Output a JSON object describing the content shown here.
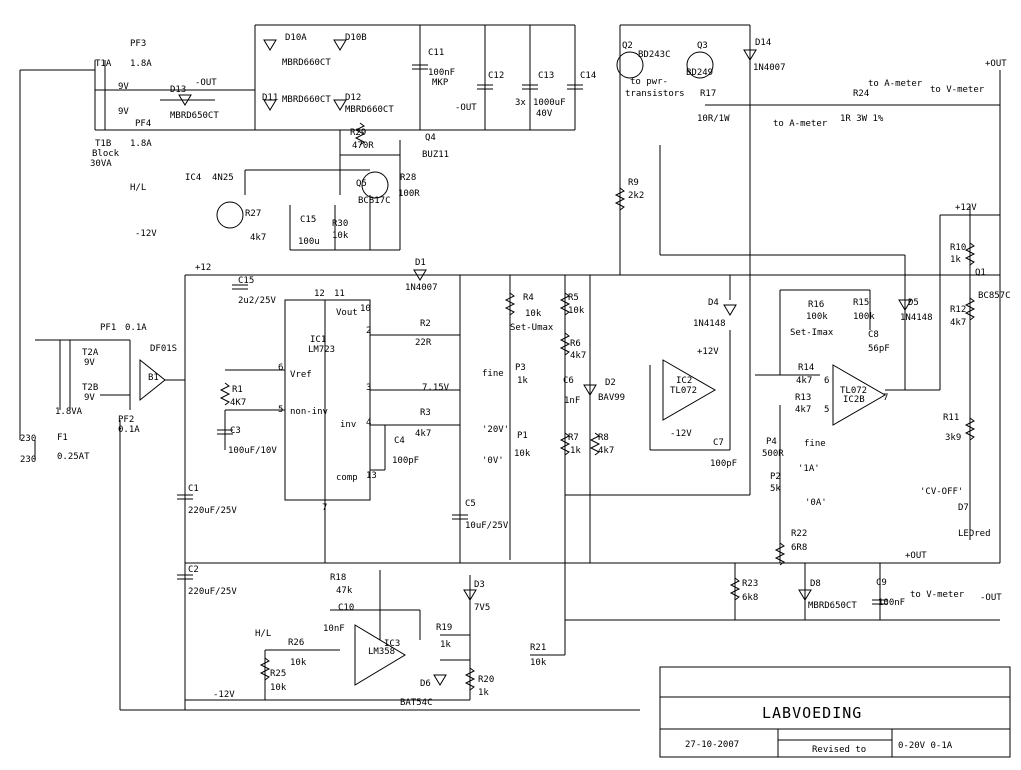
{
  "title_block": {
    "title": "LABVOEDING",
    "date": "27-10-2007",
    "revised": "Revised to",
    "range": "0-20V  0-1A"
  },
  "labels": [
    {
      "id": "t1a",
      "t": "T1A"
    },
    {
      "id": "t1b",
      "t": "T1B"
    },
    {
      "id": "blk",
      "t": "Block"
    },
    {
      "id": "va30",
      "t": "30VA"
    },
    {
      "id": "pf3",
      "t": "PF3"
    },
    {
      "id": "pf3v",
      "t": "1.8A"
    },
    {
      "id": "pf4",
      "t": "PF4"
    },
    {
      "id": "pf4v",
      "t": "1.8A"
    },
    {
      "id": "d13",
      "t": "D13"
    },
    {
      "id": "d13o",
      "t": "-OUT"
    },
    {
      "id": "d13t",
      "t": "MBRD650CT"
    },
    {
      "id": "d10a",
      "t": "D10A"
    },
    {
      "id": "d10b",
      "t": "D10B"
    },
    {
      "id": "d11",
      "t": "D11"
    },
    {
      "id": "d12",
      "t": "D12"
    },
    {
      "id": "mb1",
      "t": "MBRD660CT"
    },
    {
      "id": "mb2",
      "t": "MBRD660CT"
    },
    {
      "id": "mb3",
      "t": "MBRD660CT"
    },
    {
      "id": "c11",
      "t": "C11"
    },
    {
      "id": "c11v",
      "t": "100nF"
    },
    {
      "id": "mkp",
      "t": "MKP"
    },
    {
      "id": "c12",
      "t": "C12"
    },
    {
      "id": "c13",
      "t": "C13"
    },
    {
      "id": "c14",
      "t": "C14"
    },
    {
      "id": "x3",
      "t": "3x"
    },
    {
      "id": "c13v",
      "t": "1000uF"
    },
    {
      "id": "v40",
      "t": "40V"
    },
    {
      "id": "mout",
      "t": "-OUT"
    },
    {
      "id": "r29",
      "t": "R29"
    },
    {
      "id": "r29v",
      "t": "470R"
    },
    {
      "id": "q4",
      "t": "Q4"
    },
    {
      "id": "buz",
      "t": "BUZ11"
    },
    {
      "id": "r28",
      "t": "R28"
    },
    {
      "id": "r28v",
      "t": "100R"
    },
    {
      "id": "q5",
      "t": "Q5"
    },
    {
      "id": "bc817",
      "t": "BC817C"
    },
    {
      "id": "ic4",
      "t": "IC4"
    },
    {
      "id": "n25",
      "t": "4N25"
    },
    {
      "id": "hl",
      "t": "H/L"
    },
    {
      "id": "m12a",
      "t": "-12V"
    },
    {
      "id": "r27",
      "t": "R27"
    },
    {
      "id": "r27v",
      "t": "4k7"
    },
    {
      "id": "c15b",
      "t": "C15"
    },
    {
      "id": "c15bv",
      "t": "100u"
    },
    {
      "id": "r30",
      "t": "R30"
    },
    {
      "id": "r30v",
      "t": "10k"
    },
    {
      "id": "q2",
      "t": "Q2"
    },
    {
      "id": "q3",
      "t": "Q3"
    },
    {
      "id": "bd243",
      "t": "BD243C"
    },
    {
      "id": "bd249",
      "t": "BD249"
    },
    {
      "id": "topwr",
      "t": "to pwr-"
    },
    {
      "id": "trans",
      "t": "transistors"
    },
    {
      "id": "r17",
      "t": "R17"
    },
    {
      "id": "r17v",
      "t": "10R/1W"
    },
    {
      "id": "d14",
      "t": "D14"
    },
    {
      "id": "d14t",
      "t": "1N4007"
    },
    {
      "id": "toam",
      "t": "to A-meter"
    },
    {
      "id": "tovm",
      "t": "to V-meter"
    },
    {
      "id": "toam2",
      "t": "to A-meter"
    },
    {
      "id": "r24",
      "t": "R24"
    },
    {
      "id": "r24v",
      "t": "1R  3W 1%"
    },
    {
      "id": "pout",
      "t": "+OUT"
    },
    {
      "id": "r9",
      "t": "R9"
    },
    {
      "id": "r9v",
      "t": "2k2"
    },
    {
      "id": "p12",
      "t": "+12"
    },
    {
      "id": "d1",
      "t": "D1"
    },
    {
      "id": "d1t",
      "t": "1N4007"
    },
    {
      "id": "c15",
      "t": "C15"
    },
    {
      "id": "c15v",
      "t": "2u2/25V"
    },
    {
      "id": "ic1",
      "t": "IC1"
    },
    {
      "id": "lm723",
      "t": "LM723"
    },
    {
      "id": "n12",
      "t": "12"
    },
    {
      "id": "n11",
      "t": "11"
    },
    {
      "id": "n10",
      "t": "10"
    },
    {
      "id": "n2",
      "t": "2"
    },
    {
      "id": "n6",
      "t": "6"
    },
    {
      "id": "n5",
      "t": "5"
    },
    {
      "id": "n3",
      "t": "3"
    },
    {
      "id": "n4",
      "t": "4"
    },
    {
      "id": "n13",
      "t": "13"
    },
    {
      "id": "n7",
      "t": "7"
    },
    {
      "id": "vout",
      "t": "Vout"
    },
    {
      "id": "vref",
      "t": "Vref"
    },
    {
      "id": "ninv",
      "t": "non-inv"
    },
    {
      "id": "inv",
      "t": "inv"
    },
    {
      "id": "comp",
      "t": "comp"
    },
    {
      "id": "r2",
      "t": "R2"
    },
    {
      "id": "r2v",
      "t": "22R"
    },
    {
      "id": "v715",
      "t": "7.15V"
    },
    {
      "id": "r3",
      "t": "R3"
    },
    {
      "id": "r3v",
      "t": "4k7"
    },
    {
      "id": "c4",
      "t": "C4"
    },
    {
      "id": "c4v",
      "t": "100pF"
    },
    {
      "id": "r1",
      "t": "R1"
    },
    {
      "id": "r1v",
      "t": "4K7"
    },
    {
      "id": "c3",
      "t": "C3"
    },
    {
      "id": "c3v",
      "t": "100uF/10V"
    },
    {
      "id": "c1",
      "t": "C1"
    },
    {
      "id": "c1v",
      "t": "220uF/25V"
    },
    {
      "id": "c5",
      "t": "C5"
    },
    {
      "id": "c5v",
      "t": "10uF/25V"
    },
    {
      "id": "r4",
      "t": "R4"
    },
    {
      "id": "r4v",
      "t": "10k"
    },
    {
      "id": "setu",
      "t": "Set-Umax"
    },
    {
      "id": "r5",
      "t": "R5"
    },
    {
      "id": "r5v",
      "t": "10k"
    },
    {
      "id": "r6",
      "t": "R6"
    },
    {
      "id": "r6v",
      "t": "4k7"
    },
    {
      "id": "fine",
      "t": "fine"
    },
    {
      "id": "p3",
      "t": "P3"
    },
    {
      "id": "p3v",
      "t": "1k"
    },
    {
      "id": "c6",
      "t": "C6"
    },
    {
      "id": "c6v",
      "t": "1nF"
    },
    {
      "id": "d2",
      "t": "D2"
    },
    {
      "id": "bav",
      "t": "BAV99"
    },
    {
      "id": "v20",
      "t": "'20V'"
    },
    {
      "id": "p1",
      "t": "P1"
    },
    {
      "id": "p1v",
      "t": "10k"
    },
    {
      "id": "v0",
      "t": "'0V'"
    },
    {
      "id": "r7",
      "t": "R7"
    },
    {
      "id": "r7v",
      "t": "1k"
    },
    {
      "id": "r8",
      "t": "R8"
    },
    {
      "id": "r8v",
      "t": "4k7"
    },
    {
      "id": "ic2",
      "t": "IC2"
    },
    {
      "id": "tl1",
      "t": "TL072"
    },
    {
      "id": "p12v",
      "t": "+12V"
    },
    {
      "id": "m12v",
      "t": "-12V"
    },
    {
      "id": "c7",
      "t": "C7"
    },
    {
      "id": "c7v",
      "t": "100pF"
    },
    {
      "id": "d4",
      "t": "D4"
    },
    {
      "id": "d4t",
      "t": "1N4148"
    },
    {
      "id": "r16",
      "t": "R16"
    },
    {
      "id": "r16v",
      "t": "100k"
    },
    {
      "id": "r15",
      "t": "R15"
    },
    {
      "id": "r15v",
      "t": "100k"
    },
    {
      "id": "seti",
      "t": "Set-Imax"
    },
    {
      "id": "c8",
      "t": "C8"
    },
    {
      "id": "c8v",
      "t": "56pF"
    },
    {
      "id": "d5",
      "t": "D5"
    },
    {
      "id": "d5t",
      "t": "1N4148"
    },
    {
      "id": "r14",
      "t": "R14"
    },
    {
      "id": "r14v",
      "t": "4k7"
    },
    {
      "id": "r13",
      "t": "R13"
    },
    {
      "id": "r13v",
      "t": "4k7"
    },
    {
      "id": "tl2",
      "t": "TL072"
    },
    {
      "id": "ic2b",
      "t": "IC2B"
    },
    {
      "id": "n7b",
      "t": "7"
    },
    {
      "id": "n6b",
      "t": "6"
    },
    {
      "id": "n5b",
      "t": "5"
    },
    {
      "id": "p4",
      "t": "P4"
    },
    {
      "id": "p4v",
      "t": "500R"
    },
    {
      "id": "fine2",
      "t": "fine"
    },
    {
      "id": "a1",
      "t": "'1A'"
    },
    {
      "id": "p2",
      "t": "P2"
    },
    {
      "id": "p2v",
      "t": "5k"
    },
    {
      "id": "a0",
      "t": "'0A'"
    },
    {
      "id": "r22",
      "t": "R22"
    },
    {
      "id": "r22v",
      "t": "6R8"
    },
    {
      "id": "p12c",
      "t": "+12V"
    },
    {
      "id": "r10",
      "t": "R10"
    },
    {
      "id": "r10v",
      "t": "1k"
    },
    {
      "id": "q1",
      "t": "Q1"
    },
    {
      "id": "bc857",
      "t": "BC857C"
    },
    {
      "id": "r12",
      "t": "R12"
    },
    {
      "id": "r12v",
      "t": "4k7"
    },
    {
      "id": "r11",
      "t": "R11"
    },
    {
      "id": "r11v",
      "t": "3k9"
    },
    {
      "id": "cvoff",
      "t": "'CV-OFF'"
    },
    {
      "id": "d7",
      "t": "D7"
    },
    {
      "id": "led",
      "t": "LEDred"
    },
    {
      "id": "pout2",
      "t": "+OUT"
    },
    {
      "id": "r23",
      "t": "R23"
    },
    {
      "id": "r23v",
      "t": "6k8"
    },
    {
      "id": "d8",
      "t": "D8"
    },
    {
      "id": "d8t",
      "t": "MBRD650CT"
    },
    {
      "id": "c9",
      "t": "C9"
    },
    {
      "id": "c9v",
      "t": "100nF"
    },
    {
      "id": "tovm2",
      "t": "to V-meter"
    },
    {
      "id": "mout2",
      "t": "-OUT"
    },
    {
      "id": "pf1",
      "t": "PF1"
    },
    {
      "id": "pf1v",
      "t": "0.1A"
    },
    {
      "id": "t2a",
      "t": "T2A"
    },
    {
      "id": "t2b",
      "t": "T2B"
    },
    {
      "id": "v9a",
      "t": "9V"
    },
    {
      "id": "v9b",
      "t": "9V"
    },
    {
      "id": "va18",
      "t": "1.8VA"
    },
    {
      "id": "pf2",
      "t": "PF2"
    },
    {
      "id": "pf2v",
      "t": "0.1A"
    },
    {
      "id": "df",
      "t": "DF01S"
    },
    {
      "id": "b1",
      "t": "B1"
    },
    {
      "id": "f1",
      "t": "F1"
    },
    {
      "id": "f1v",
      "t": "0.25AT"
    },
    {
      "id": "v230a",
      "t": "230"
    },
    {
      "id": "v230b",
      "t": "230"
    },
    {
      "id": "v9c",
      "t": "9V"
    },
    {
      "id": "v9d",
      "t": "9V"
    },
    {
      "id": "c2",
      "t": "C2"
    },
    {
      "id": "c2v",
      "t": "220uF/25V"
    },
    {
      "id": "r18",
      "t": "R18"
    },
    {
      "id": "r18v",
      "t": "47k"
    },
    {
      "id": "c10",
      "t": "C10"
    },
    {
      "id": "c10v",
      "t": "10nF"
    },
    {
      "id": "d3",
      "t": "D3"
    },
    {
      "id": "v75",
      "t": "7V5"
    },
    {
      "id": "hl2",
      "t": "H/L"
    },
    {
      "id": "r26",
      "t": "R26"
    },
    {
      "id": "r26v",
      "t": "10k"
    },
    {
      "id": "r19",
      "t": "R19"
    },
    {
      "id": "r19v",
      "t": "1k"
    },
    {
      "id": "r21",
      "t": "R21"
    },
    {
      "id": "r21v",
      "t": "10k"
    },
    {
      "id": "ic3",
      "t": "IC3"
    },
    {
      "id": "lm358",
      "t": "LM358"
    },
    {
      "id": "r25",
      "t": "R25"
    },
    {
      "id": "r25v",
      "t": "10k"
    },
    {
      "id": "r20",
      "t": "R20"
    },
    {
      "id": "r20v",
      "t": "1k"
    },
    {
      "id": "d6",
      "t": "D6"
    },
    {
      "id": "bat",
      "t": "BAT54C"
    },
    {
      "id": "m12b",
      "t": "-12V"
    }
  ]
}
